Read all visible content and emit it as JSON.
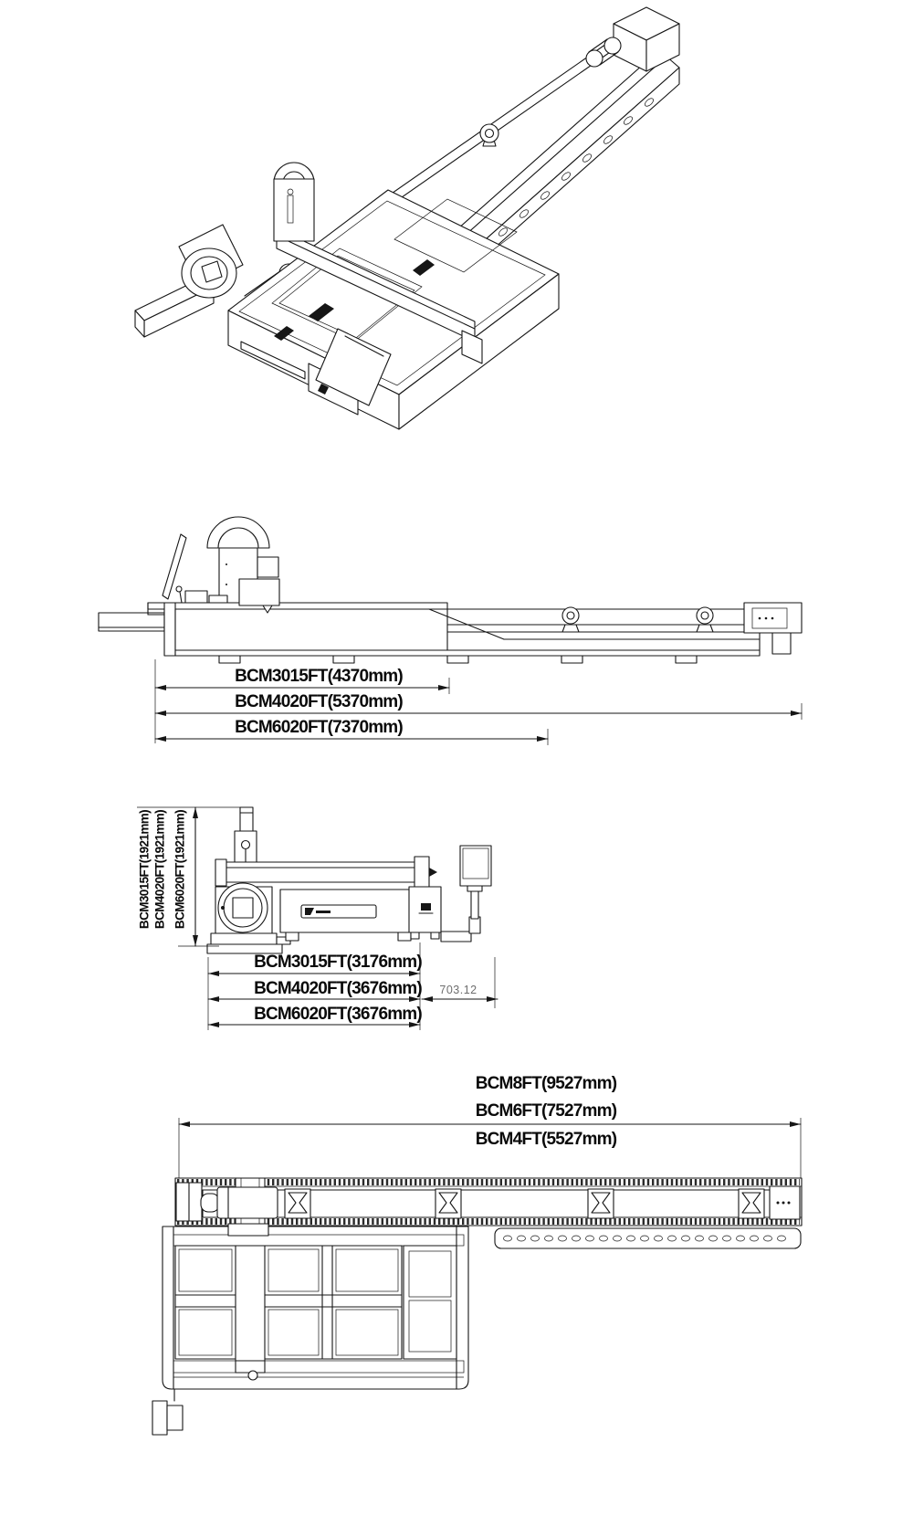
{
  "drawing": {
    "side_view_dims": [
      "BCM3015FT(4370mm)",
      "BCM4020FT(5370mm)",
      "BCM6020FT(7370mm)"
    ],
    "front_view_height_dims": [
      "BCM3015FT(1921mm)",
      "BCM4020FT(1921mm)",
      "BCM6020FT(1921mm)"
    ],
    "front_view_width_dims": [
      "BCM3015FT(3176mm)",
      "BCM4020FT(3676mm)",
      "BCM6020FT(3676mm)"
    ],
    "front_view_offset_dim": "703.12",
    "plan_view_dims": [
      "BCM8FT(9527mm)",
      "BCM6FT(7527mm)",
      "BCM4FT(5527mm)"
    ]
  },
  "colors": {
    "line": "#161616",
    "background": "#ffffff",
    "dim_text": "#0a0a0a",
    "light_dim": "#6e6e6e"
  }
}
